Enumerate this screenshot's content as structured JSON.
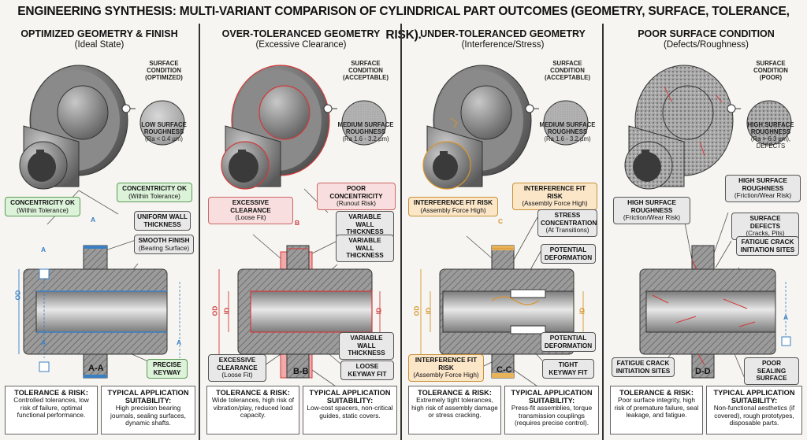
{
  "title": "ENGINEERING SYNTHESIS: MULTI-VARIANT COMPARISON OF CYLINDRICAL PART OUTCOMES (GEOMETRY, SURFACE, TOLERANCE, RISK).",
  "panels": [
    {
      "title": "OPTIMIZED GEOMETRY & FINISH",
      "subtitle": "(Ideal State)",
      "surface_label": "SURFACE CONDITION",
      "surface_state": "(OPTIMIZED)",
      "roughness_label": "LOW SURFACE ROUGHNESS",
      "roughness_value": "(Ra < 0.4 µm)",
      "dim_letter": "A",
      "dim_od": "OD",
      "section": "A-A",
      "callouts": [
        {
          "head": "CONCENTRICITY OK",
          "sub": "(Within Tolerance)"
        },
        {
          "head": "CONCENTRICITY OK",
          "sub": "(Within Tolerance)"
        },
        {
          "head": "UNIFORM WALL THICKNESS",
          "sub": ""
        },
        {
          "head": "SMOOTH FINISH",
          "sub": "(Bearing Surface)"
        },
        {
          "head": "PRECISE KEYWAY",
          "sub": ""
        }
      ],
      "footer_left_head": "TOLERANCE & RISK:",
      "footer_left_body": "Controlled tolerances, low risk of failure, optimal functional performance.",
      "footer_right_head": "TYPICAL APPLICATION SUITABILITY:",
      "footer_right_body": "High precision bearing journals, sealing surfaces, dynamic shafts."
    },
    {
      "title": "OVER-TOLERANCED GEOMETRY",
      "subtitle": "(Excessive Clearance)",
      "surface_label": "SURFACE CONDITION",
      "surface_state": "(ACCEPTABLE)",
      "roughness_label": "MEDIUM SURFACE ROUGHNESS",
      "roughness_value": "(Ra 1.6 - 3.2 µm)",
      "dim_letter": "B",
      "dim_od": "OD",
      "dim_id": "ID",
      "section": "B-B",
      "callouts": [
        {
          "head": "EXCESSIVE CLEARANCE",
          "sub": "(Loose Fit)"
        },
        {
          "head": "POOR CONCENTRICITY",
          "sub": "(Runout Risk)"
        },
        {
          "head": "VARIABLE WALL THICKNESS",
          "sub": ""
        },
        {
          "head": "VARIABLE WALL THICKNESS",
          "sub": ""
        },
        {
          "head": "VARIABLE WALL THICKNESS",
          "sub": ""
        },
        {
          "head": "EXCESSIVE CLEARANCE",
          "sub": "(Loose Fit)"
        },
        {
          "head": "LOOSE KEYWAY FIT",
          "sub": ""
        }
      ],
      "footer_left_head": "TOLERANCE & RISK:",
      "footer_left_body": "Wide tolerances, high risk of vibration/play, reduced load capacity.",
      "footer_right_head": "TYPICAL APPLICATION SUITABILITY:",
      "footer_right_body": "Low-cost spacers, non-critical guides, static covers."
    },
    {
      "title": "UNDER-TOLERANCED GEOMETRY",
      "subtitle": "(Interference/Stress)",
      "surface_label": "SURFACE CONDITION",
      "surface_state": "(ACCEPTABLE)",
      "roughness_label": "MEDIUM SURFACE ROUGHNESS",
      "roughness_value": "(Ra 1.6 - 3.2 µm)",
      "dim_letter": "C",
      "dim_od": "OD",
      "dim_id": "ID",
      "section": "C-C",
      "callouts": [
        {
          "head": "INTERFERENCE FIT RISK",
          "sub": "(Assembly Force High)"
        },
        {
          "head": "INTERFERENCE FIT RISK",
          "sub": "(Assembly Force High)"
        },
        {
          "head": "STRESS CONCENTRATION",
          "sub": "(At Transitions)"
        },
        {
          "head": "POTENTIAL DEFORMATION",
          "sub": ""
        },
        {
          "head": "POTENTIAL DEFORMATION",
          "sub": ""
        },
        {
          "head": "INTERFERENCE FIT RISK",
          "sub": "(Assembly Force High)"
        },
        {
          "head": "TIGHT KEYWAY FIT",
          "sub": ""
        }
      ],
      "footer_left_head": "TOLERANCE & RISK:",
      "footer_left_body": "Extremely tight tolerances, high risk of assembly damage or stress cracking.",
      "footer_right_head": "TYPICAL APPLICATION SUITABILITY:",
      "footer_right_body": "Press-fit assemblies, torque transmission couplings (requires precise control)."
    },
    {
      "title": "POOR SURFACE CONDITION",
      "subtitle": "(Defects/Roughness)",
      "surface_label": "SURFACE CONDITION",
      "surface_state": "(POOR)",
      "roughness_label": "HIGH SURFACE ROUGHNESS",
      "roughness_value": "(Ra > 6.3 µm), DEFECTS",
      "dim_letter": "A",
      "section": "D-D",
      "callouts": [
        {
          "head": "HIGH SURFACE ROUGHNESS",
          "sub": "(Friction/Wear Risk)"
        },
        {
          "head": "HIGH SURFACE ROUGHNESS",
          "sub": "(Friction/Wear Risk)"
        },
        {
          "head": "SURFACE DEFECTS",
          "sub": "(Cracks, Pits)"
        },
        {
          "head": "FATIGUE CRACK INITIATION SITES",
          "sub": ""
        },
        {
          "head": "FATIGUE CRACK INITIATION SITES",
          "sub": ""
        },
        {
          "head": "POOR SEALING SURFACE",
          "sub": ""
        }
      ],
      "footer_left_head": "TOLERANCE & RISK:",
      "footer_left_body": "Poor surface integrity, high risk of premature failure, seal leakage, and fatigue.",
      "footer_right_head": "TYPICAL APPLICATION SUITABILITY:",
      "footer_right_body": "Non-functional aesthetics (if covered), rough prototypes, disposable parts."
    }
  ],
  "colors": {
    "metal": "#8f8f8f",
    "ok": "#3a7fc4",
    "green": "#5a9b57",
    "red": "#d23a3a",
    "orange": "#d9962f"
  }
}
